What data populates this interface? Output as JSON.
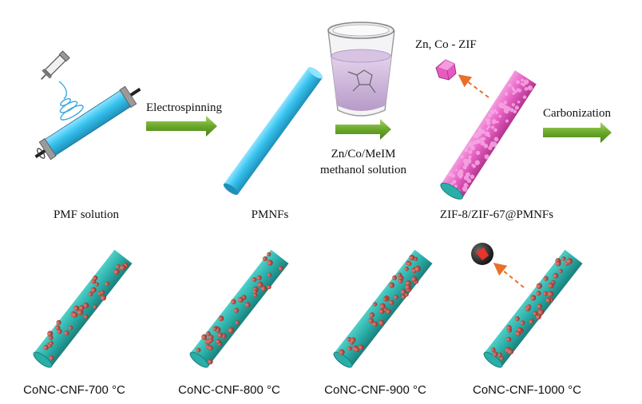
{
  "steps": {
    "electrospinning": "Electrospinning",
    "impregnation_line1": "Zn/Co/MeIM",
    "impregnation_line2": "methanol solution",
    "carbonization": "Carbonization"
  },
  "labels": {
    "pmf_solution": "PMF solution",
    "pmnfs": "PMNFs",
    "zif_pmnfs": "ZIF-8/ZIF-67@PMNFs",
    "zif_particle": "Zn, Co - ZIF"
  },
  "products": [
    {
      "label": "CoNC-CNF-700 °C"
    },
    {
      "label": "CoNC-CNF-800 °C"
    },
    {
      "label": "CoNC-CNF-900 °C"
    },
    {
      "label": "CoNC-CNF-1000 °C"
    }
  ],
  "colors": {
    "arrow_green": "#6aa82a",
    "nanofiber_blue": "#3cc3ee",
    "zif_pink": "#e55cc0",
    "carbon_fiber_teal": "#2aaea8",
    "cobalt_particle": "#b0483e",
    "dashed_arrow": "#e8702a"
  },
  "icons": [
    "syringe-icon",
    "collector-drum-icon",
    "beaker-icon",
    "zif-crystal-icon",
    "co-nanoparticle-icon"
  ]
}
